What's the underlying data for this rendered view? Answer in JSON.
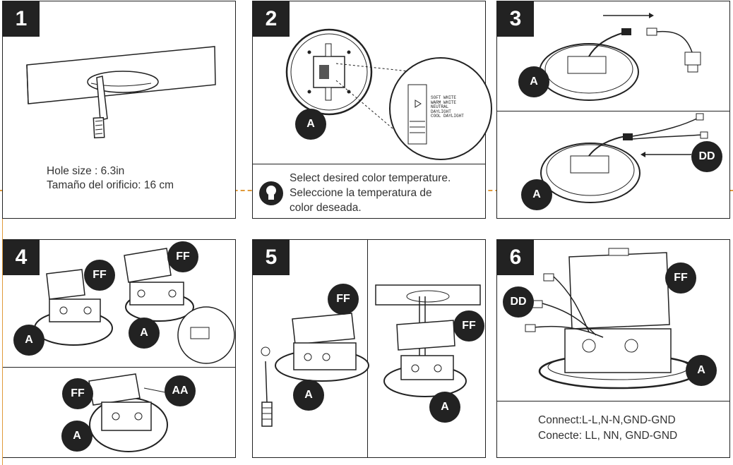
{
  "steps": [
    {
      "number": "1",
      "caption_line1": "Hole size : 6.3in",
      "caption_line2": "Tamaño del orificio: 16 cm"
    },
    {
      "number": "2",
      "caption_line1": "Select desired color temperature.",
      "caption_line2": "Seleccione la temperatura de",
      "caption_line3": "color deseada.",
      "switch_labels": [
        "SOFT WHITE",
        "WARM WHITE",
        "NEUTRAL",
        "DAYLIGHT",
        "COOL DAYLIGHT"
      ]
    },
    {
      "number": "3"
    },
    {
      "number": "4"
    },
    {
      "number": "5"
    },
    {
      "number": "6",
      "caption_line1": "Connect:L-L,N-N,GND-GND",
      "caption_line2": "Conecte: LL, NN, GND-GND"
    }
  ],
  "labels": {
    "a": "A",
    "dd": "DD",
    "ff": "FF",
    "aa": "AA"
  },
  "colors": {
    "accent_dash": "#e09a3a",
    "ink": "#222222"
  },
  "icons": {
    "tip": "lightbulb-icon"
  }
}
